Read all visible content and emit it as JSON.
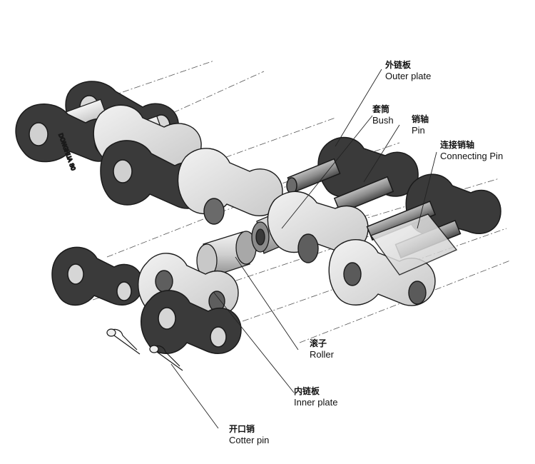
{
  "labels": {
    "outer_plate": {
      "zh": "外链板",
      "en": "Outer plate"
    },
    "bush": {
      "zh": "套筒",
      "en": "Bush"
    },
    "pin": {
      "zh": "销轴",
      "en": "Pin"
    },
    "connecting_pin": {
      "zh": "连接销轴",
      "en": "Connecting Pin"
    },
    "roller": {
      "zh": "滚子",
      "en": "Roller"
    },
    "inner_plate": {
      "zh": "内链板",
      "en": "Inner plate"
    },
    "cotter_pin": {
      "zh": "开口销",
      "en": "Cotter pin"
    }
  },
  "plate_stamp": "DONGHUA 80",
  "colors": {
    "dark_plate": "#3a3a3a",
    "light_plate": "#e6e6e6",
    "outline": "#1a1a1a",
    "leader": "#222222"
  }
}
